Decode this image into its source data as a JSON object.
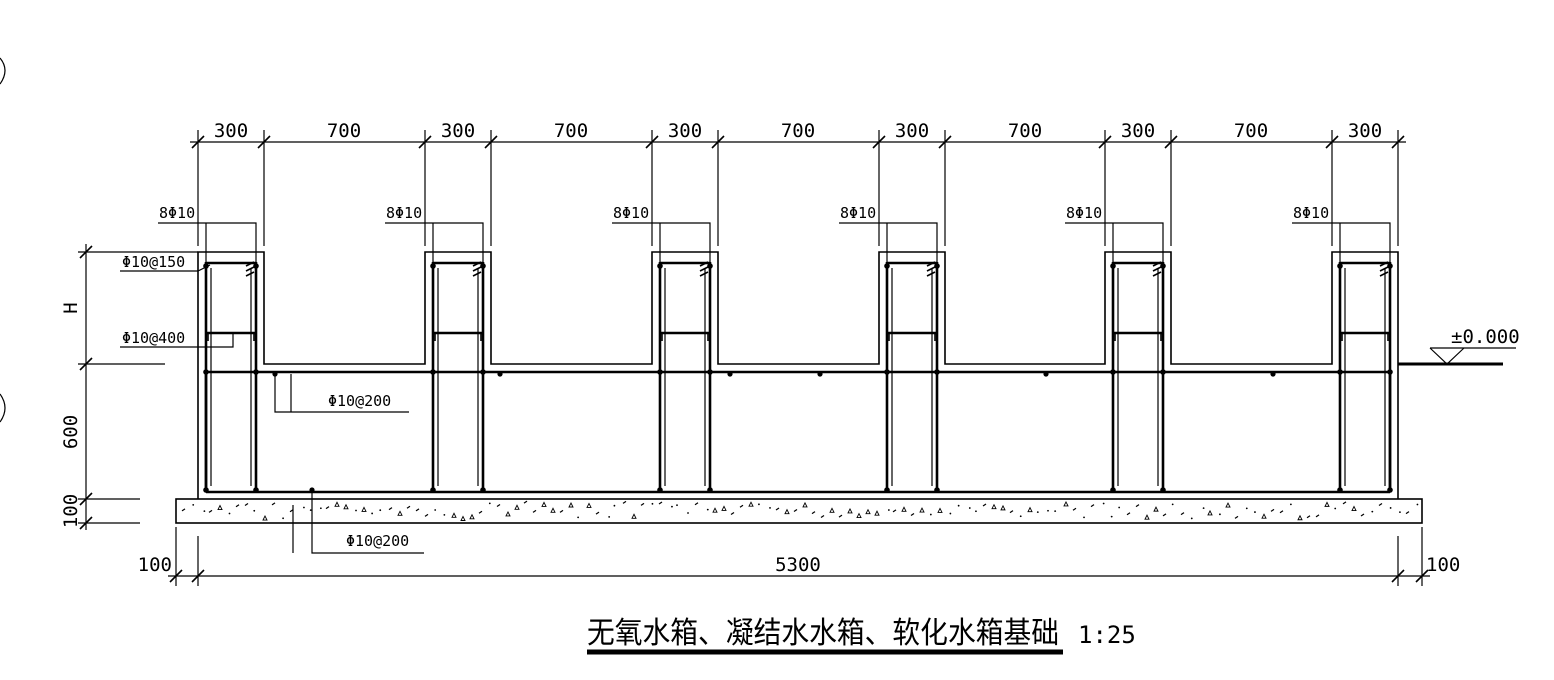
{
  "drawing": {
    "title": "无氧水箱、凝结水水箱、软化水箱基础",
    "scale": "1:25",
    "level_mark": "±0.000",
    "top_dimensions": [
      "300",
      "700",
      "300",
      "700",
      "300",
      "700",
      "300",
      "700",
      "300",
      "700",
      "300"
    ],
    "bottom_dimensions": {
      "left": "100",
      "middle": "5300",
      "right": "100"
    },
    "left_dimensions": {
      "upper": "H",
      "middle": "600",
      "lower": "100"
    },
    "column_rebar_labels": [
      "8Φ10",
      "8Φ10",
      "8Φ10",
      "8Φ10",
      "8Φ10",
      "8Φ10"
    ],
    "rebar_labels": {
      "stirrup_top": "Φ10@150",
      "stirrup_lower": "Φ10@400",
      "slab_top": "Φ10@200",
      "slab_bottom": "Φ10@200"
    }
  }
}
